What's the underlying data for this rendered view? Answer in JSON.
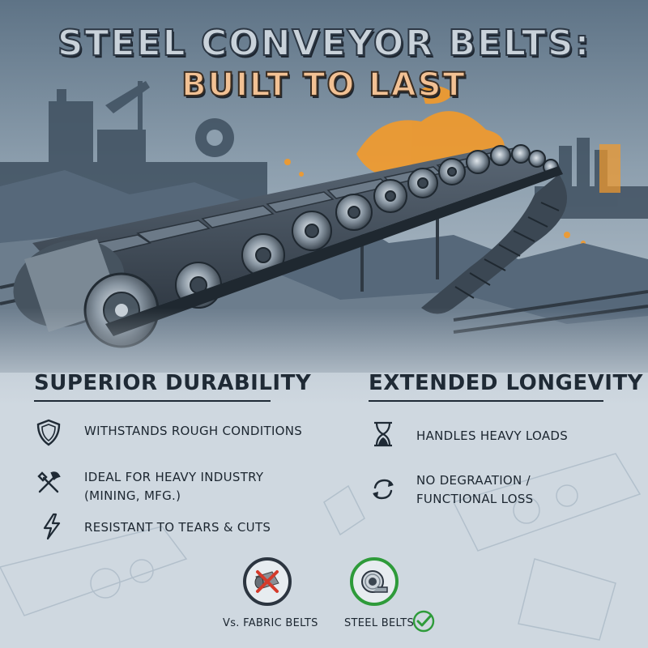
{
  "title": {
    "line1": "STEEL CONVEYOR BELTS:",
    "line2": "BUILT TO LAST"
  },
  "left_section": {
    "heading": "SUPERIOR DURABILITY",
    "features": [
      {
        "icon": "shield-icon",
        "text": "WITHSTANDS ROUGH CONDITIONS"
      },
      {
        "icon": "tools-icon",
        "line1": "IDEAL FOR HEAVY INDUSTRY",
        "line2": "(MINING, MFG.)"
      },
      {
        "icon": "lightning-icon",
        "text": "RESISTANT TO TEARS & CUTS"
      }
    ]
  },
  "right_section": {
    "heading": "EXTENDED LONGEVITY",
    "features": [
      {
        "icon": "hourglass-icon",
        "text": "HANDLES HEAVY LOADS"
      },
      {
        "icon": "cycle-arrows-icon",
        "line1": "NO DEGRAATION /",
        "line2": "FUNCTIONAL LOSS"
      }
    ]
  },
  "comparison": {
    "fabric": {
      "icon": "fabric-roll-crossed-icon",
      "label": "Vs. FABRIC BELTS"
    },
    "steel": {
      "icon": "steel-roll-icon",
      "label": "STEEL BELTS"
    }
  },
  "colors": {
    "accent_orange": "#f39a2a",
    "text_dark": "#1f2a35",
    "check_green": "#2e9b3a",
    "cross_red": "#d53a2a"
  }
}
